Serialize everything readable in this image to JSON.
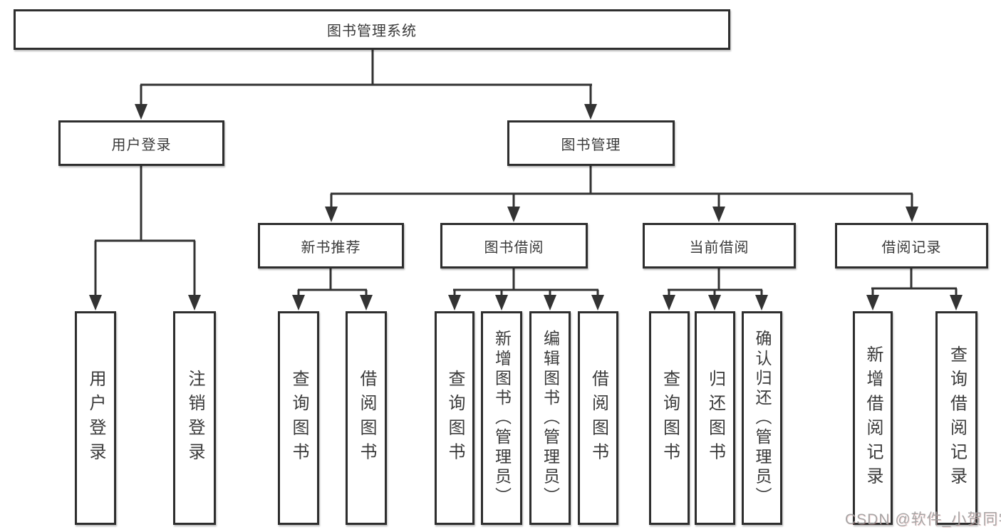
{
  "tree": {
    "root": "图书管理系统",
    "branches": [
      {
        "label": "用户登录",
        "leaves": [
          "用户登录",
          "注销登录"
        ]
      },
      {
        "label": "图书管理",
        "groups": [
          {
            "label": "新书推荐",
            "leaves": [
              "查询图书",
              "借阅图书"
            ]
          },
          {
            "label": "图书借阅",
            "leaves": [
              "查询图书",
              "新增图书（管理员）",
              "编辑图书（管理员）",
              "借阅图书"
            ]
          },
          {
            "label": "当前借阅",
            "leaves": [
              "查询图书",
              "归还图书",
              "确认归还（管理员）"
            ]
          },
          {
            "label": "借阅记录",
            "leaves": [
              "新增借阅记录",
              "查询借阅记录"
            ]
          }
        ]
      }
    ]
  },
  "watermark": "CSDN @软件_小贺同学",
  "colors": {
    "line": "#333333",
    "box_border": "#2e2e2e",
    "box_fill": "#ffffff",
    "text": "#3a3a3a",
    "watermark": "#9e9e9e",
    "background": "#ffffff"
  }
}
